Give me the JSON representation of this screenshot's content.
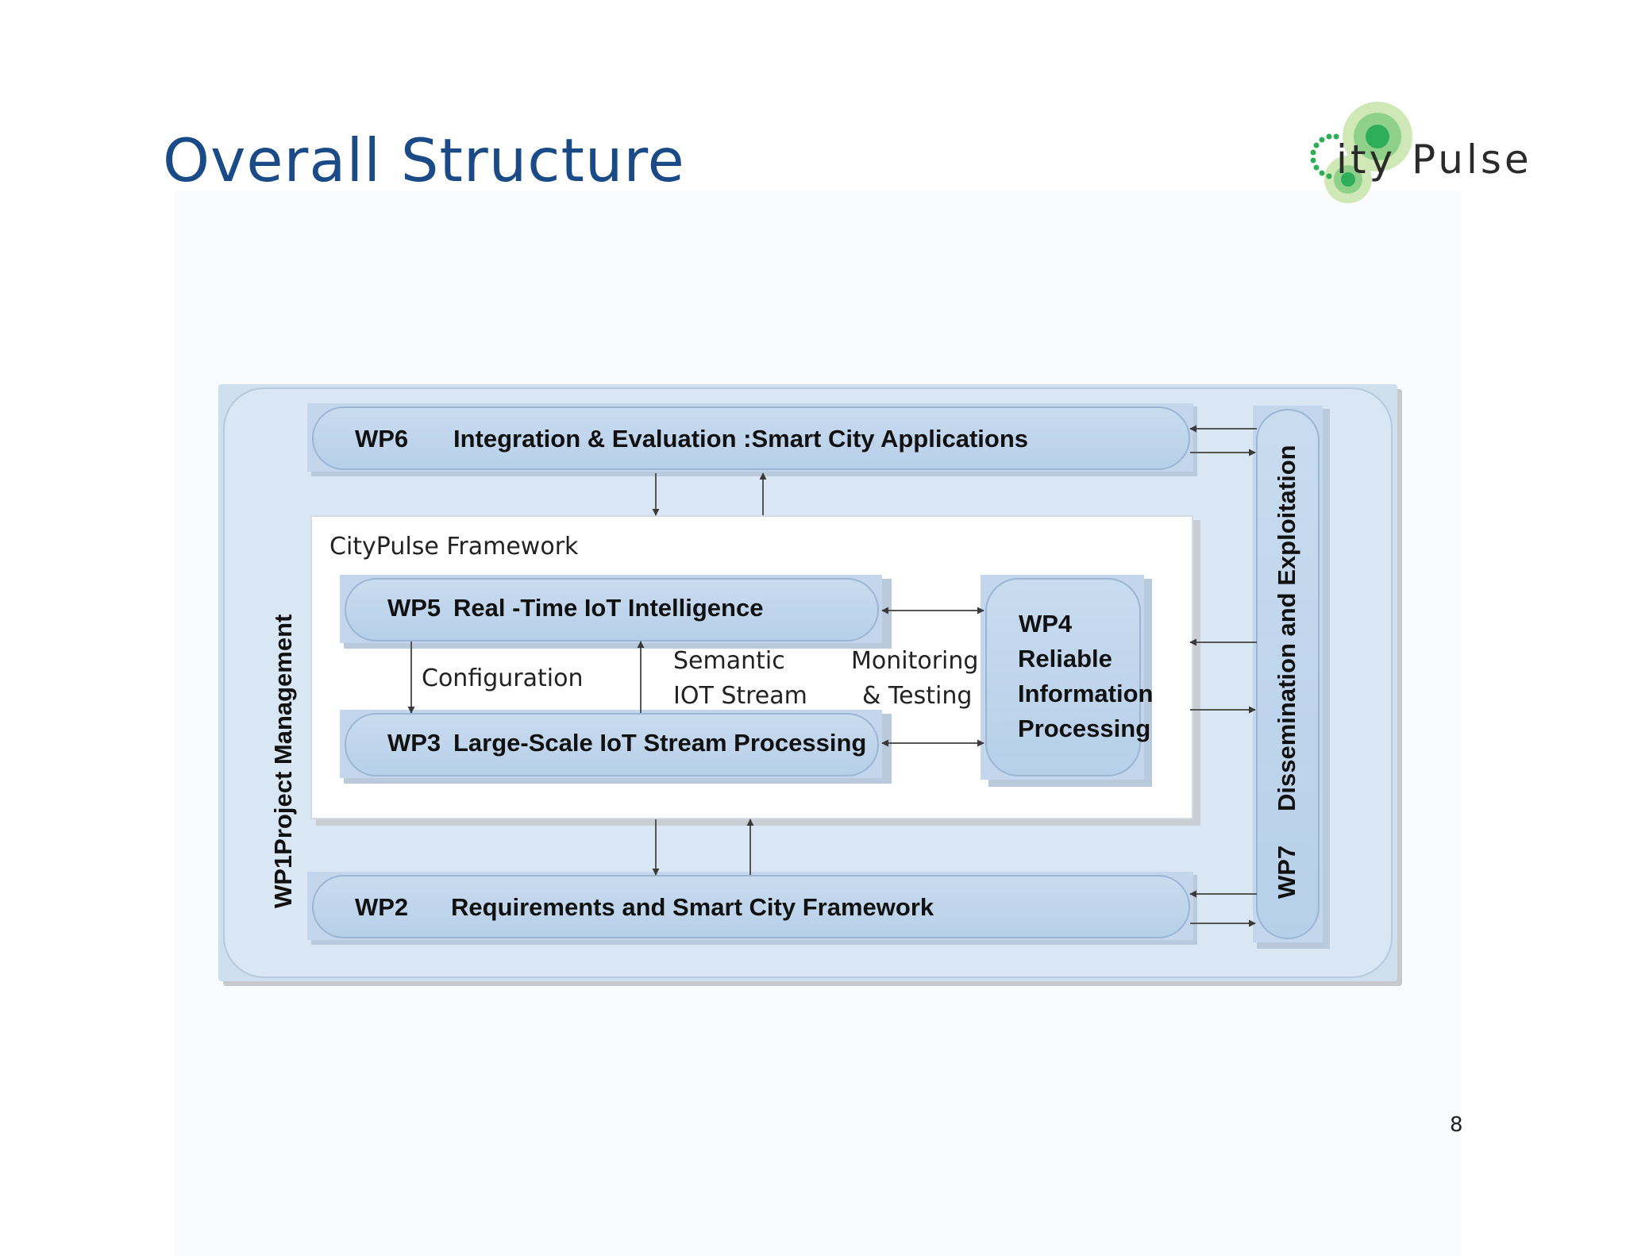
{
  "slide": {
    "title": "Overall Structure",
    "page_number": "8",
    "logo": {
      "text": "ity Pulse",
      "icon": "citypulse-circles-logo"
    }
  },
  "diagram": {
    "wp6": {
      "code": "WP6",
      "label": "Integration  & Evaluation :Smart City Applications"
    },
    "framework_title": "CityPulse  Framework",
    "wp5": {
      "code": "WP5",
      "label": "Real -Time IoT Intelligence"
    },
    "wp3": {
      "code": "WP3",
      "label": "Large-Scale IoT Stream Processing"
    },
    "wp4": {
      "line1": "WP4",
      "line2": "Reliable",
      "line3": "Information",
      "line4": "Processing"
    },
    "wp2": {
      "code": "WP2",
      "label": "Requirements and Smart City Framework"
    },
    "wp1": {
      "label": "WP1Project Management"
    },
    "wp7": {
      "code": "WP7",
      "label": "Dissemination and Exploitation"
    },
    "edges": {
      "configuration": "Configuration",
      "semantic_line1": "Semantic",
      "semantic_line2": "IOT Stream",
      "monitoring_line1": "Monitoring",
      "monitoring_line2": "& Testing"
    }
  },
  "colors": {
    "title": "#1a4b87",
    "box_fill": "#c3d6ec",
    "outer_fill": "#d9e6f3",
    "logo_green": "#2fae5a"
  }
}
